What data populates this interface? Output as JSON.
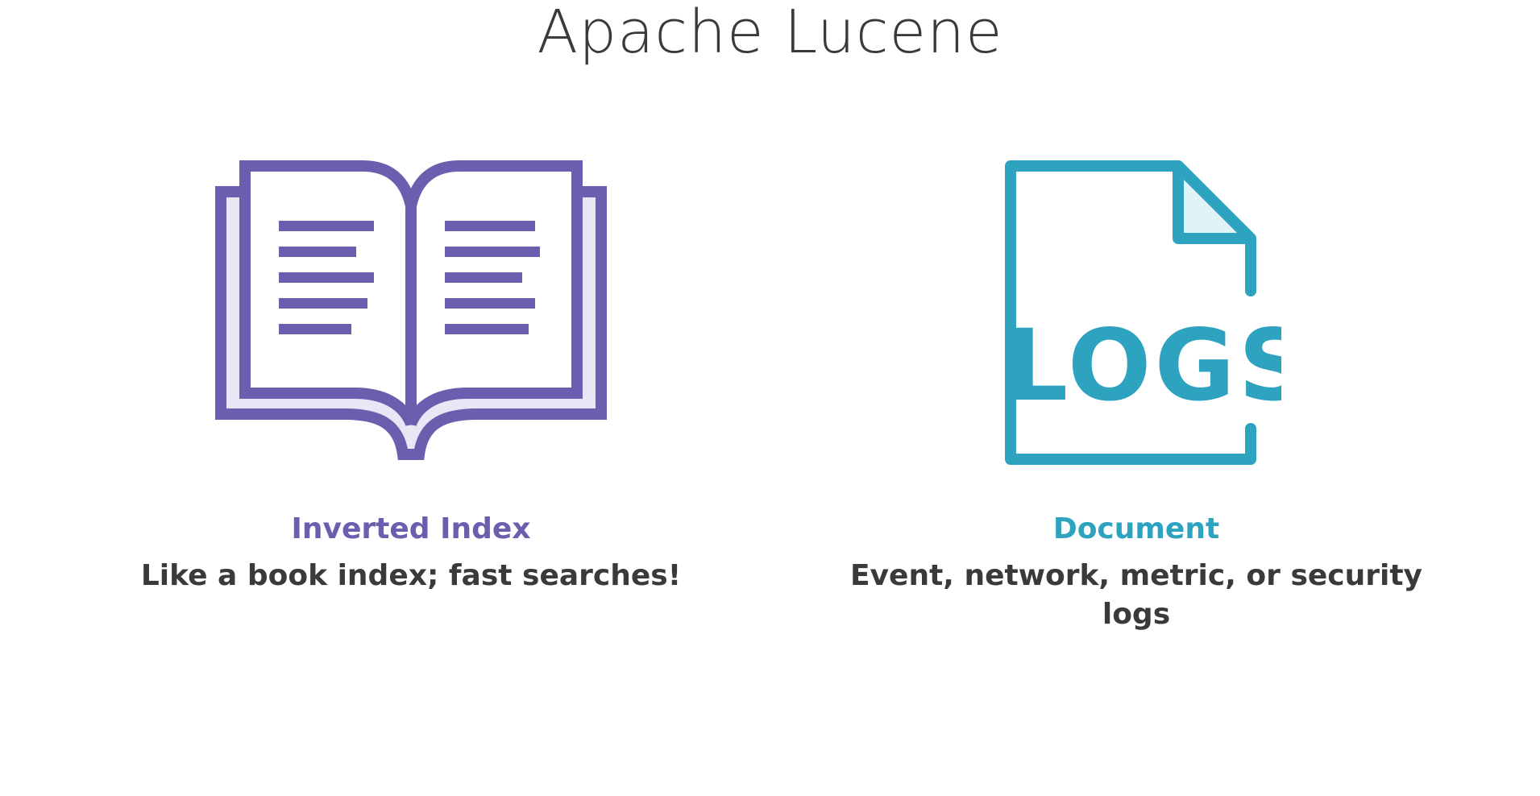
{
  "slide": {
    "title": "Apache Lucene"
  },
  "cards": [
    {
      "title": "Inverted Index",
      "description": "Like a book index; fast searches!",
      "icon": "open-book-icon",
      "color": "#6b5eae",
      "fill": "#e9e6f5"
    },
    {
      "title": "Document",
      "description": "Event, network, metric, or security logs",
      "icon": "logs-document-icon",
      "icon_text": "LOGS",
      "color": "#2ea3c0",
      "fill": "#e2f3f8"
    }
  ]
}
